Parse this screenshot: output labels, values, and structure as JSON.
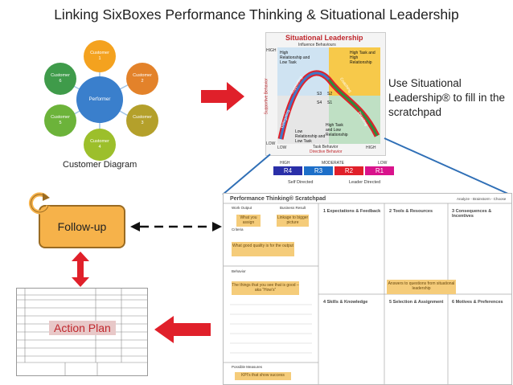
{
  "title": "Linking SixBoxes Performance Thinking & Situational Leadership",
  "customer_diagram": {
    "center": "Performer",
    "nodes": [
      {
        "label": "Customer\n1",
        "color": "#f4a21f"
      },
      {
        "label": "Customer\n2",
        "color": "#e3822a"
      },
      {
        "label": "Customer\n3",
        "color": "#b4a02b"
      },
      {
        "label": "Customer\n4",
        "color": "#9cbf2b"
      },
      {
        "label": "Customer\n5",
        "color": "#6cb33a"
      },
      {
        "label": "Customer\n6",
        "color": "#3f9b4a"
      }
    ],
    "caption": "Customer Diagram"
  },
  "situational_leadership": {
    "title": "Situational Leadership",
    "subtitle": "Influence Behaviours",
    "y_high": "HIGH",
    "y_low": "LOW",
    "y_axis": "Supportive Behavior",
    "x_axis": "Task Behavior",
    "x_axis2": "Directive Behavior",
    "x_low": "LOW",
    "x_high": "HIGH",
    "q_top_left": "High Relationship and Low Task",
    "q_top_right": "High Task and High Relationship",
    "q_bottom_left": "Low Relationship and Low Task",
    "q_bottom_right": "High Task and Low Relationship",
    "styles": [
      "S3",
      "S2",
      "S4",
      "S1"
    ],
    "curve_labels": [
      "Supporting",
      "Coaching",
      "Delegating",
      "Directing"
    ],
    "scale_headers": [
      "HIGH",
      "MODERATE",
      "LOW"
    ],
    "readiness": [
      {
        "label": "R4",
        "color": "#2a2fa8"
      },
      {
        "label": "R3",
        "color": "#1d6fc9"
      },
      {
        "label": "R2",
        "color": "#e0202a"
      },
      {
        "label": "R1",
        "color": "#d9138c"
      }
    ],
    "self_directed": "Self Directed",
    "leader_directed": "Leader Directed"
  },
  "note": "Use Situational Leadership® to fill in the scratchpad",
  "follow_up": "Follow-up",
  "action_plan": "Action Plan",
  "scratchpad": {
    "title": "Performance Thinking® Scratchpad",
    "header_right": "Analyze - Brainstorm - Choose",
    "col1": "Work Output",
    "col2": "Business Result",
    "criteria": "Criteria",
    "behavior": "Behavior",
    "measures": "Possible Measures",
    "boxes": [
      "1 Expectations & Feedback",
      "2 Tools & Resources",
      "3 Consequences & Incentives",
      "4 Skills & Knowledge",
      "5 Selection & Assignment",
      "6 Motives & Preferences"
    ],
    "tags": {
      "assign": "What you assign",
      "linkage": "Linkage to bigger picture",
      "quality": "What good quality is for the output",
      "things": "The things that you see that is good – aka “How’s”",
      "answers": "Answers to questions from situational leadership",
      "kpi": "KPI’s that show success"
    }
  },
  "colors": {
    "arrow_red": "#e0202a",
    "link_blue": "#2f6fb6",
    "follow_up_fill": "#f6b24a",
    "action_plan_tag": "#e8c8c8"
  }
}
